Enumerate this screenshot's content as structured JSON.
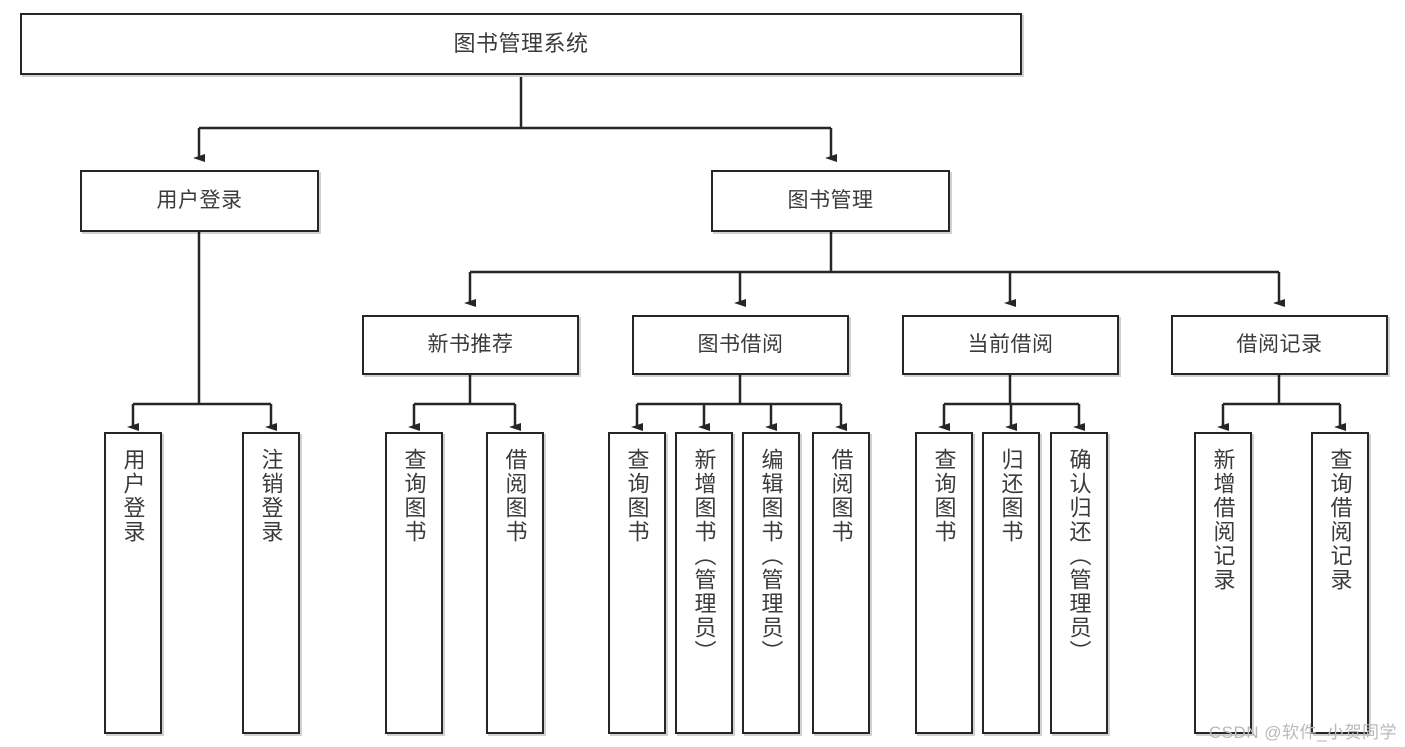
{
  "diagram": {
    "type": "tree",
    "title": "图书管理系统",
    "root": {
      "label": "图书管理系统"
    },
    "level2": [
      {
        "label": "用户登录"
      },
      {
        "label": "图书管理"
      }
    ],
    "level3": [
      {
        "label": "新书推荐"
      },
      {
        "label": "图书借阅"
      },
      {
        "label": "当前借阅"
      },
      {
        "label": "借阅记录"
      }
    ],
    "leaves": {
      "user_login": [
        {
          "label": "用户登录"
        },
        {
          "label": "注销登录"
        }
      ],
      "new_book_recommend": [
        {
          "label": "查询图书"
        },
        {
          "label": "借阅图书"
        }
      ],
      "book_borrow": [
        {
          "label": "查询图书"
        },
        {
          "label": "新增图书（管理员）"
        },
        {
          "label": "编辑图书（管理员）"
        },
        {
          "label": "借阅图书"
        }
      ],
      "current_borrow": [
        {
          "label": "查询图书"
        },
        {
          "label": "归还图书"
        },
        {
          "label": "确认归还（管理员）"
        }
      ],
      "borrow_record": [
        {
          "label": "新增借阅记录"
        },
        {
          "label": "查询借阅记录"
        }
      ]
    },
    "colors": {
      "box_border": "#262626",
      "box_fill": "#ffffff",
      "text": "#3b3b3b",
      "edge": "#262626",
      "watermark": "#b9b9b9"
    }
  },
  "watermark": {
    "text": "CSDN @软件_小贺同学"
  }
}
